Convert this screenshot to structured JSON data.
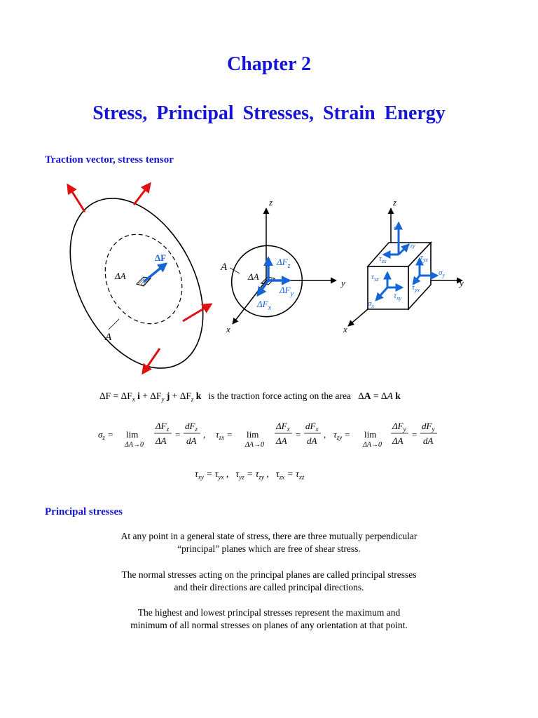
{
  "heading": {
    "chapter": "Chapter 2",
    "title": "Stress, Principal Stresses, Strain Energy"
  },
  "sections": {
    "traction": "Traction vector, stress tensor",
    "principal": "Principal stresses"
  },
  "figure": {
    "label_A": "A",
    "label_dA": "ΔA",
    "label_dF": "ΔF",
    "axis_x": "x",
    "axis_y": "y",
    "axis_z": "z",
    "label_dFz": "ΔF",
    "label_dFy": "ΔF",
    "label_dFx": "ΔF",
    "sub_z": "z",
    "sub_y": "y",
    "sub_x": "x",
    "sigma": "σ",
    "tau": "τ"
  },
  "equations": {
    "traction_text": "is the traction force acting on the area",
    "lim": "lim",
    "lim_sub": "ΔA→0"
  },
  "paragraphs": {
    "p1_line1": "At any point in a general state of stress, there are three mutually perpendicular",
    "p1_line2": "“principal” planes which are free of shear stress.",
    "p2_line1": "The normal stresses acting on the principal planes are called principal stresses",
    "p2_line2": "and their directions are called principal directions.",
    "p3_line1": "The highest and lowest principal stresses represent the maximum and",
    "p3_line2": "minimum of all normal stresses on planes of any orientation at that point."
  },
  "colors": {
    "heading_blue": "#1515d6",
    "arrow_red": "#e01010",
    "vector_blue": "#1565d8"
  }
}
